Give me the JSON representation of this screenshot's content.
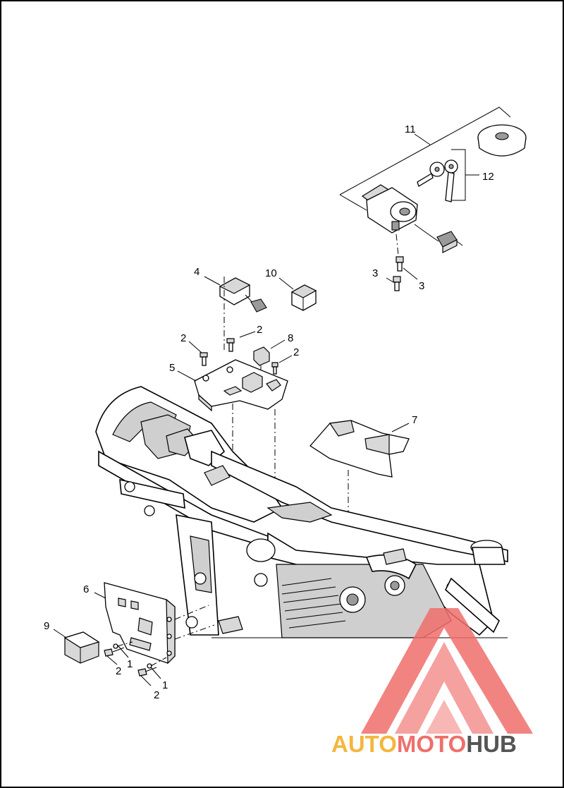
{
  "diagram": {
    "callouts": [
      {
        "id": "c11",
        "text": "11"
      },
      {
        "id": "c12",
        "text": "12"
      },
      {
        "id": "c4",
        "text": "4"
      },
      {
        "id": "c10",
        "text": "10"
      },
      {
        "id": "c3a",
        "text": "3"
      },
      {
        "id": "c3b",
        "text": "3"
      },
      {
        "id": "c2a",
        "text": "2"
      },
      {
        "id": "c2b",
        "text": "2"
      },
      {
        "id": "c8",
        "text": "8"
      },
      {
        "id": "c2c",
        "text": "2"
      },
      {
        "id": "c5",
        "text": "5"
      },
      {
        "id": "c7",
        "text": "7"
      },
      {
        "id": "c6",
        "text": "6"
      },
      {
        "id": "c9",
        "text": "9"
      },
      {
        "id": "c1a",
        "text": "1"
      },
      {
        "id": "c2d",
        "text": "2"
      },
      {
        "id": "c1b",
        "text": "1"
      },
      {
        "id": "c2e",
        "text": "2"
      }
    ]
  },
  "watermark": {
    "part1": "AUTO",
    "part2": "MOTO",
    "part3": "HUB",
    "colors": {
      "auto": "#f4b63c",
      "moto": "#ef6f6b",
      "hub": "#555555",
      "triangle": "#ef6f6b"
    }
  }
}
